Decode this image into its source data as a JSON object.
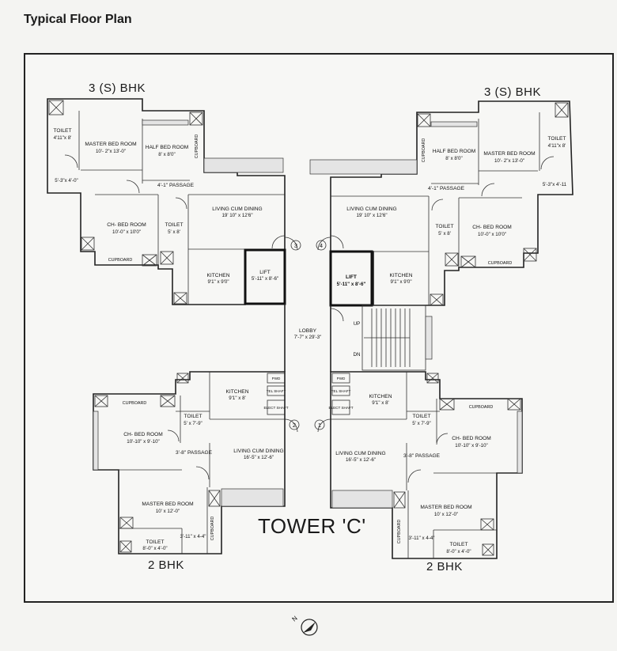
{
  "page_title": "Typical Floor Plan",
  "tower_label": "TOWER 'C'",
  "unit_headings": {
    "top_left": "3 (S) BHK",
    "top_right": "3 (S) BHK",
    "bottom_left": "2 BHK",
    "bottom_right": "2 BHK"
  },
  "north_label": "N",
  "lobby": {
    "name": "LOBBY",
    "dim": "7'-7\" x 29'-3\""
  },
  "lift_left": {
    "name": "LIFT",
    "dim": "5'-11\" x 8'-6\""
  },
  "lift_right": {
    "name": "LIFT",
    "dim": "5'-11\" x 8'-6\""
  },
  "stair": {
    "up": "UP",
    "dn": "DN"
  },
  "shafts": {
    "pwd": "PWD",
    "tel": "TEL SHAFT",
    "elect": "ELECT SHAFT"
  },
  "flat_numbers": [
    "1",
    "2",
    "3",
    "4"
  ],
  "top_left_unit": {
    "toilet": {
      "name": "TOILET",
      "dim": "4'11\"x 8'"
    },
    "master": {
      "name": "MASTER BED ROOM",
      "dim": "10'- 2\"x 13'-0\""
    },
    "half_bed": {
      "name": "HALF BED ROOM",
      "dim": "8' x 8'0\""
    },
    "cupboard_side": "CUPBOARD",
    "small_dim": "5'-3\"x 4'-0\"",
    "passage": "4'-1\" PASSAGE",
    "living": {
      "name": "LIVING CUM DINING",
      "dim": "19' 10\" x 12'6\""
    },
    "ch_bed": {
      "name": "CH- BED ROOM",
      "dim": "10'-0\" x 10'0\""
    },
    "toilet2": {
      "name": "TOILET",
      "dim": "5' x 8'"
    },
    "cupboard_bottom": "CUPBOARD",
    "kitchen": {
      "name": "KITCHEN",
      "dim": "9'1\" x 9'0\""
    }
  },
  "top_right_unit": {
    "toilet": {
      "name": "TOILET",
      "dim": "4'11\"x 8'"
    },
    "master": {
      "name": "MASTER BED ROOM",
      "dim": "10'- 2\"x 13'-0\""
    },
    "half_bed": {
      "name": "HALF BED ROOM",
      "dim": "8' x 8'0\""
    },
    "cupboard_side": "CUPBOARD",
    "small_dim": "5'-3\"x 4'-11",
    "passage": "4'-1\" PASSAGE",
    "living": {
      "name": "LIVING CUM DINING",
      "dim": "19' 10\" x 12'6\""
    },
    "ch_bed": {
      "name": "CH- BED ROOM",
      "dim": "10'-0\" x 10'0\""
    },
    "toilet2": {
      "name": "TOILET",
      "dim": "5' x 8'"
    },
    "cupboard_bottom": "CUPBOARD",
    "kitchen": {
      "name": "KITCHEN",
      "dim": "9'1\" x 9'0\""
    }
  },
  "bottom_left_unit": {
    "cupboard_top": "CUPBOARD",
    "kitchen": {
      "name": "KITCHEN",
      "dim": "9'1\" x 8'"
    },
    "toilet": {
      "name": "TOILET",
      "dim": "5' x 7'-9\""
    },
    "ch_bed": {
      "name": "CH- BED ROOM",
      "dim": "10'-10\" x 9'-10\""
    },
    "passage": "3'-8\" PASSAGE",
    "living": {
      "name": "LIVING CUM DINING",
      "dim": "16'-5\" x 12'-6\""
    },
    "master": {
      "name": "MASTER BED ROOM",
      "dim": "10' x 12'-0\""
    },
    "cupboard_side": "CUPBOARD",
    "small_dim": "3'-11\" x 4-4\"",
    "toilet2": {
      "name": "TOILET",
      "dim": "8'-0\" x 4'-0\""
    }
  },
  "bottom_right_unit": {
    "cupboard_top": "CUPBOARD",
    "kitchen": {
      "name": "KITCHEN",
      "dim": "9'1\" x 8'"
    },
    "toilet": {
      "name": "TOILET",
      "dim": "5' x 7'-9\""
    },
    "ch_bed": {
      "name": "CH- BED ROOM",
      "dim": "10'-10\" x 9'-10\""
    },
    "passage": "3'-8\" PASSAGE",
    "living": {
      "name": "LIVING CUM DINING",
      "dim": "16'-5\" x 12'-6\""
    },
    "master": {
      "name": "MASTER BED ROOM",
      "dim": "10' x 12'-0\""
    },
    "cupboard_side": "CUPBOARD",
    "small_dim": "3'-11\" x 4-4\"",
    "toilet2": {
      "name": "TOILET",
      "dim": "8'-0\" x 4'-0\""
    }
  }
}
